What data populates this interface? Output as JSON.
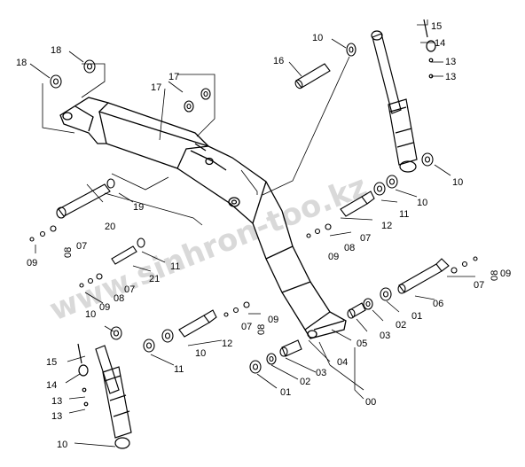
{
  "watermark": "www.sinhron-too.kz",
  "parts": [
    {
      "key": "p15a",
      "text": "15"
    },
    {
      "key": "p14a",
      "text": "14"
    },
    {
      "key": "p13a",
      "text": "13"
    },
    {
      "key": "p13b",
      "text": "13"
    },
    {
      "key": "p10a",
      "text": "10"
    },
    {
      "key": "p16",
      "text": "16"
    },
    {
      "key": "p18a",
      "text": "18"
    },
    {
      "key": "p18b",
      "text": "18"
    },
    {
      "key": "p17a",
      "text": "17"
    },
    {
      "key": "p17b",
      "text": "17"
    },
    {
      "key": "p19",
      "text": "19"
    },
    {
      "key": "p20",
      "text": "20"
    },
    {
      "key": "p07a",
      "text": "07"
    },
    {
      "key": "p08a",
      "text": "08"
    },
    {
      "key": "p09a",
      "text": "09"
    },
    {
      "key": "p11a",
      "text": "11"
    },
    {
      "key": "p21",
      "text": "21"
    },
    {
      "key": "p07b",
      "text": "07"
    },
    {
      "key": "p08b",
      "text": "08"
    },
    {
      "key": "p09b",
      "text": "09"
    },
    {
      "key": "p10b",
      "text": "10"
    },
    {
      "key": "p10c",
      "text": "10"
    },
    {
      "key": "p11b",
      "text": "11"
    },
    {
      "key": "p12a",
      "text": "12"
    },
    {
      "key": "p10d",
      "text": "10"
    },
    {
      "key": "p07c",
      "text": "07"
    },
    {
      "key": "p08c",
      "text": "08"
    },
    {
      "key": "p09c",
      "text": "09"
    },
    {
      "key": "p11c",
      "text": "11"
    },
    {
      "key": "p12b",
      "text": "12"
    },
    {
      "key": "p10e",
      "text": "10"
    },
    {
      "key": "p07d",
      "text": "07"
    },
    {
      "key": "p08d",
      "text": "08"
    },
    {
      "key": "p09d",
      "text": "09"
    },
    {
      "key": "p06",
      "text": "06"
    },
    {
      "key": "p07e",
      "text": "07"
    },
    {
      "key": "p08e",
      "text": "08"
    },
    {
      "key": "p09e",
      "text": "09"
    },
    {
      "key": "p01a",
      "text": "01"
    },
    {
      "key": "p02a",
      "text": "02"
    },
    {
      "key": "p03a",
      "text": "03"
    },
    {
      "key": "p05",
      "text": "05"
    },
    {
      "key": "p04",
      "text": "04"
    },
    {
      "key": "p03b",
      "text": "03"
    },
    {
      "key": "p02b",
      "text": "02"
    },
    {
      "key": "p01b",
      "text": "01"
    },
    {
      "key": "p00",
      "text": "00"
    },
    {
      "key": "p15b",
      "text": "15"
    },
    {
      "key": "p14b",
      "text": "14"
    },
    {
      "key": "p13c",
      "text": "13"
    },
    {
      "key": "p13d",
      "text": "13"
    },
    {
      "key": "p10f",
      "text": "10"
    }
  ]
}
